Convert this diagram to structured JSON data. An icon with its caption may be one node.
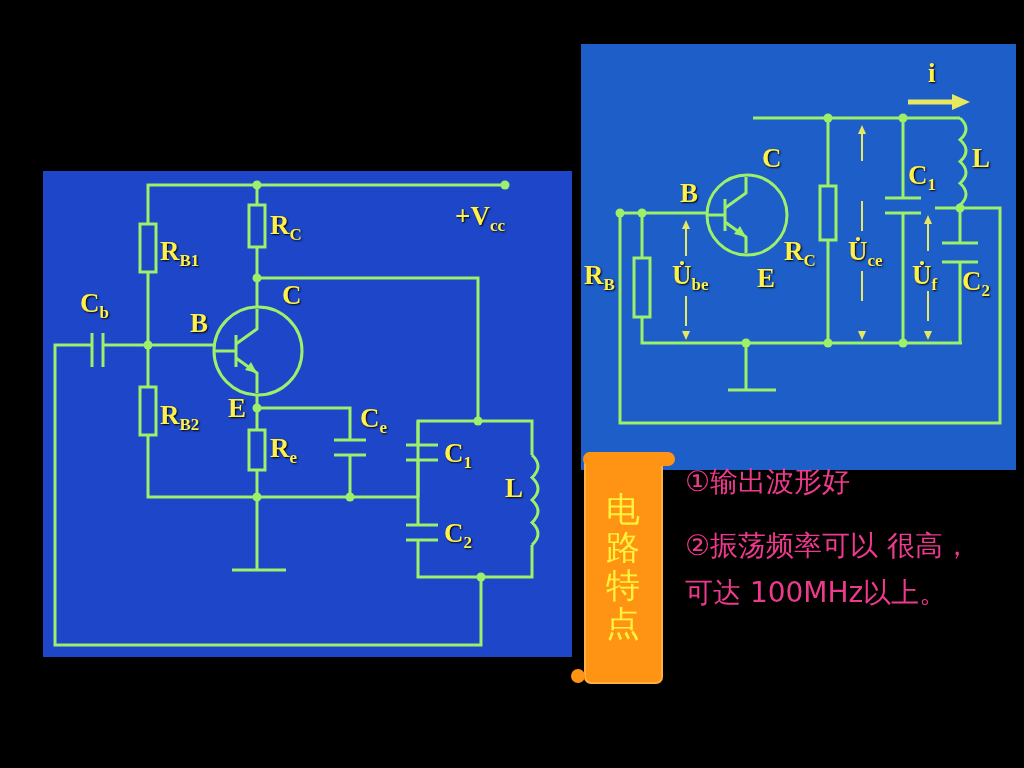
{
  "diagram": {
    "nodes": [
      {
        "text": [
          "电路特点"
        ]
      }
    ],
    "labels": [
      "R$_{C}$",
      "+V$_{cc}$",
      "R$_{B1}$",
      "C$_{b}$",
      "B",
      "C",
      "E",
      "R$_{B2}$",
      "C$_{e}$",
      "R$_{e}$",
      "C$_{1}$",
      "L",
      "C$_{2}$",
      "i",
      "C",
      "L",
      "B",
      "C$_{1}$",
      "R$_{B}$",
      "U̇$_{be}$",
      "E",
      "R$_{C}$",
      "U̇$_{ce}$",
      "U̇$_{f}$",
      "C$_{2}$",
      "①输出波形好",
      "②振荡频率可以 很高，可达 100MHz以上。"
    ]
  }
}
